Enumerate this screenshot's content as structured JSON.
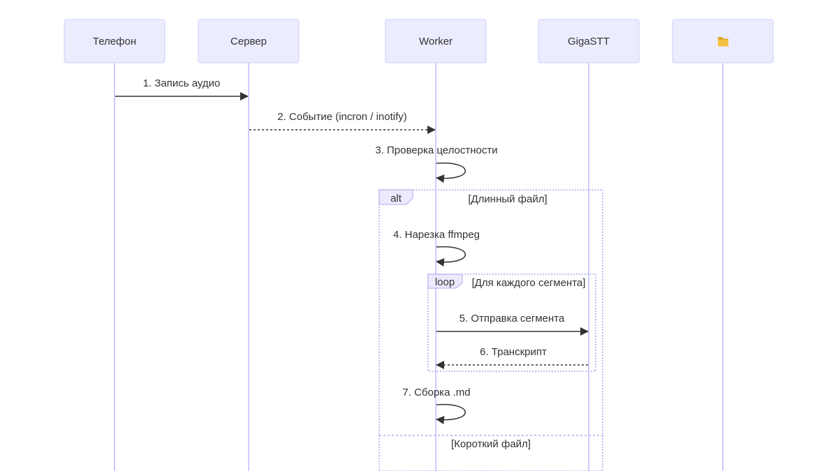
{
  "participants": [
    {
      "id": "phone",
      "label": "Телефон"
    },
    {
      "id": "server",
      "label": "Сервер"
    },
    {
      "id": "worker",
      "label": "Worker"
    },
    {
      "id": "gigastt",
      "label": "GigaSTT"
    },
    {
      "id": "storage",
      "label": "",
      "icon": "folder-icon"
    }
  ],
  "messages": [
    {
      "num": "1",
      "label": "1. Запись аудио",
      "from": "phone",
      "to": "server",
      "style": "solid"
    },
    {
      "num": "2",
      "label": "2. Событие (incron / inotify)",
      "from": "server",
      "to": "worker",
      "style": "dashed"
    },
    {
      "num": "3",
      "label": "3. Проверка целостности",
      "from": "worker",
      "to": "worker",
      "style": "solid"
    },
    {
      "num": "4",
      "label": "4. Нарезка ffmpeg",
      "from": "worker",
      "to": "worker",
      "style": "solid"
    },
    {
      "num": "5",
      "label": "5. Отправка сегмента",
      "from": "worker",
      "to": "gigastt",
      "style": "solid"
    },
    {
      "num": "6",
      "label": "6. Транскрипт",
      "from": "gigastt",
      "to": "worker",
      "style": "dashed"
    },
    {
      "num": "7",
      "label": "7. Сборка .md",
      "from": "worker",
      "to": "worker",
      "style": "solid"
    }
  ],
  "fragments": [
    {
      "kind": "alt",
      "label": "alt",
      "condition": "[Длинный файл]",
      "else_condition": "[Короткий файл]"
    },
    {
      "kind": "loop",
      "label": "loop",
      "condition": "[Для каждого сегмента]"
    }
  ],
  "colors": {
    "actor_fill": "#ECECFF",
    "actor_stroke": "#CCCCFF",
    "lifeline": "#CCCCFF",
    "arrow": "#333333",
    "fragment_stroke": "#AAAAEE",
    "fragment_label_fill": "#EDE9FF",
    "folder": "#F5C242",
    "folder_dark": "#E0A72A"
  }
}
